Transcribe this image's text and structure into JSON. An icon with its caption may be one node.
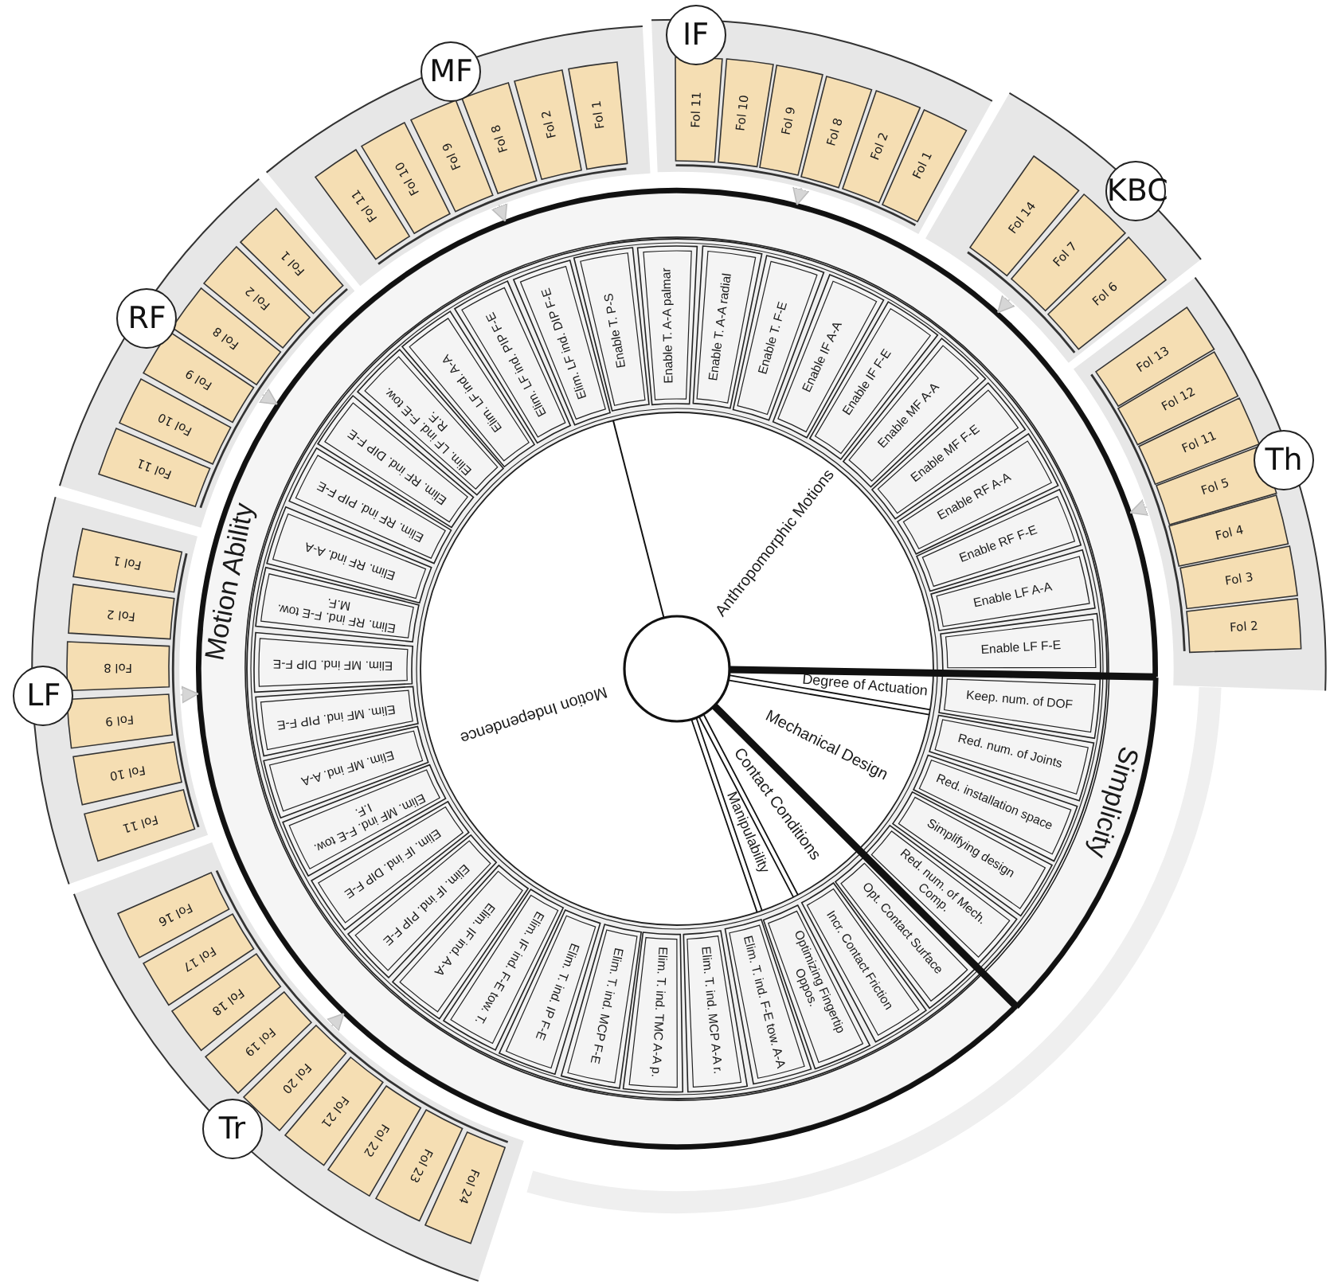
{
  "diagram": {
    "nodes": [
      {
        "text": [],
        "shape": "circle"
      },
      {
        "text": [
          "Motion Ability"
        ]
      },
      {
        "text": [
          "Simplicity"
        ]
      },
      {
        "text": [
          "Anthropomorphic Motions"
        ]
      },
      {
        "text": [
          "Degree of Actuation"
        ]
      },
      {
        "text": [
          "Mechanical Design"
        ]
      },
      {
        "text": [
          "Contact Conditions"
        ]
      },
      {
        "text": [
          "Manipulability"
        ]
      },
      {
        "text": [
          "Motion Independence"
        ]
      },
      {
        "text": [
          "Enable T. P-S"
        ]
      },
      {
        "text": [
          "Enable T. A-A palmar"
        ]
      },
      {
        "text": [
          "Enable T. A-A radial"
        ]
      },
      {
        "text": [
          "Enable T. F-E"
        ]
      },
      {
        "text": [
          "Enable IF A-A"
        ]
      },
      {
        "text": [
          "Enable IF F-E"
        ]
      },
      {
        "text": [
          "Enable MF A-A"
        ]
      },
      {
        "text": [
          "Enable MF F-E"
        ]
      },
      {
        "text": [
          "Enable RF A-A"
        ]
      },
      {
        "text": [
          "Enable RF F-E"
        ]
      },
      {
        "text": [
          "Enable LF A-A"
        ]
      },
      {
        "text": [
          "Enable LF F-E"
        ]
      },
      {
        "text": [
          "Keep. num. of DOF"
        ]
      },
      {
        "text": [
          "Red. num. of Joints"
        ]
      },
      {
        "text": [
          "Red. installation space"
        ]
      },
      {
        "text": [
          "Simplifying design"
        ]
      },
      {
        "text": [
          "Red. num. of Mech. Comp."
        ]
      },
      {
        "text": [
          "Opt. Contact Surface"
        ]
      },
      {
        "text": [
          "Incr. Contact Friction"
        ]
      },
      {
        "text": [
          "Optimizing Fingertip Oppos."
        ]
      },
      {
        "text": [
          "Elim. T. ind. F-E tow. A-A"
        ]
      },
      {
        "text": [
          "Elim. T. ind. MCP A-A r."
        ]
      },
      {
        "text": [
          "Elim. T. ind. TMC A-A p."
        ]
      },
      {
        "text": [
          "Elim. T. ind. MCP F-E"
        ]
      },
      {
        "text": [
          "Elim. T. ind. IP F-E"
        ]
      },
      {
        "text": [
          "Elim. IF ind. F-E tow. T."
        ]
      },
      {
        "text": [
          "Elim. IF ind. A-A"
        ]
      },
      {
        "text": [
          "Elim. IF ind. PIP F-E"
        ]
      },
      {
        "text": [
          "Elim. IF ind. DIP F-E"
        ]
      },
      {
        "text": [
          "Elim. MF ind. F-E tow. I.F."
        ]
      },
      {
        "text": [
          "Elim. MF ind. A-A"
        ]
      },
      {
        "text": [
          "Elim. MF ind. PIP F-E"
        ]
      },
      {
        "text": [
          "Elim. MF ind. DIP F-E"
        ]
      },
      {
        "text": [
          "Elim. RF ind. F-E tow. M.F."
        ]
      },
      {
        "text": [
          "Elim. RF ind. A-A"
        ]
      },
      {
        "text": [
          "Elim. RF ind. PIP F-E"
        ]
      },
      {
        "text": [
          "Elim. RF ind. DIP F-E"
        ]
      },
      {
        "text": [
          "Elim. LF ind. F-E tow. R.F."
        ]
      },
      {
        "text": [
          "Elim. LF ind. A-A"
        ]
      },
      {
        "text": [
          "Elim. LF ind. PIP F-E"
        ]
      },
      {
        "text": [
          "Elim. LF ind. DIP F-E"
        ]
      },
      {
        "text": [
          "Tr"
        ]
      },
      {
        "text": [
          "Fol 16"
        ],
        "in": 50
      },
      {
        "text": [
          "Fol 17"
        ],
        "in": 50
      },
      {
        "text": [
          "Fol 18"
        ],
        "in": 50
      },
      {
        "text": [
          "Fol 19"
        ],
        "in": 50
      },
      {
        "text": [
          "Fol 20"
        ],
        "in": 50
      },
      {
        "text": [
          "Fol 21"
        ],
        "in": 50
      },
      {
        "text": [
          "Fol 22"
        ],
        "in": 50
      },
      {
        "text": [
          "Fol 23"
        ],
        "in": 50
      },
      {
        "text": [
          "Fol 24"
        ],
        "in": 50
      },
      {
        "text": [
          "LF"
        ]
      },
      {
        "text": [
          "Fol 1"
        ],
        "in": 60
      },
      {
        "text": [
          "Fol 2"
        ],
        "in": 60
      },
      {
        "text": [
          "Fol 8"
        ],
        "in": 60
      },
      {
        "text": [
          "Fol 9"
        ],
        "in": 60
      },
      {
        "text": [
          "Fol 10"
        ],
        "in": 60
      },
      {
        "text": [
          "Fol 11"
        ],
        "in": 60
      },
      {
        "text": [
          "RF"
        ]
      },
      {
        "text": [
          "Fol 1"
        ],
        "in": 67
      },
      {
        "text": [
          "Fol 2"
        ],
        "in": 67
      },
      {
        "text": [
          "Fol 8"
        ],
        "in": 67
      },
      {
        "text": [
          "Fol 9"
        ],
        "in": 67
      },
      {
        "text": [
          "Fol 10"
        ],
        "in": 67
      },
      {
        "text": [
          "Fol 11"
        ],
        "in": 67
      },
      {
        "text": [
          "MF"
        ]
      },
      {
        "text": [
          "Fol 1"
        ],
        "in": 74
      },
      {
        "text": [
          "Fol 2"
        ],
        "in": 74
      },
      {
        "text": [
          "Fol 8"
        ],
        "in": 74
      },
      {
        "text": [
          "Fol 9"
        ],
        "in": 74
      },
      {
        "text": [
          "Fol 10"
        ],
        "in": 74
      },
      {
        "text": [
          "Fol 11"
        ],
        "in": 74
      },
      {
        "text": [
          "IF"
        ]
      },
      {
        "text": [
          "Fol 11"
        ],
        "in": 81
      },
      {
        "text": [
          "Fol 10"
        ],
        "in": 81
      },
      {
        "text": [
          "Fol 9"
        ],
        "in": 81
      },
      {
        "text": [
          "Fol 8"
        ],
        "in": 81
      },
      {
        "text": [
          "Fol 2"
        ],
        "in": 81
      },
      {
        "text": [
          "Fol 1"
        ],
        "in": 81
      },
      {
        "text": [
          "KBC"
        ]
      },
      {
        "text": [
          "Fol 14"
        ],
        "in": 88
      },
      {
        "text": [
          "Fol 7"
        ],
        "in": 88
      },
      {
        "text": [
          "Fol 6"
        ],
        "in": 88
      },
      {
        "text": [
          "Th"
        ]
      },
      {
        "text": [
          "Fol 13"
        ],
        "in": 92
      },
      {
        "text": [
          "Fol 12"
        ],
        "in": 92
      },
      {
        "text": [
          "Fol 11"
        ],
        "in": 92
      },
      {
        "text": [
          "Fol 5"
        ],
        "in": 92
      },
      {
        "text": [
          "Fol 4"
        ],
        "in": 92
      },
      {
        "text": [
          "Fol 3"
        ],
        "in": 92
      },
      {
        "text": [
          "Fol 2"
        ],
        "in": 92
      }
    ],
    "edges": [
      {
        "from": 50,
        "to": 1,
        "arrow": "to"
      },
      {
        "from": 60,
        "to": 1,
        "arrow": "to"
      },
      {
        "from": 67,
        "to": 1,
        "arrow": "to"
      },
      {
        "from": 74,
        "to": 1,
        "arrow": "to"
      },
      {
        "from": 81,
        "to": 1,
        "arrow": "to"
      },
      {
        "from": 88,
        "to": 1,
        "arrow": "to"
      },
      {
        "from": 92,
        "to": 1,
        "arrow": "to"
      }
    ]
  }
}
